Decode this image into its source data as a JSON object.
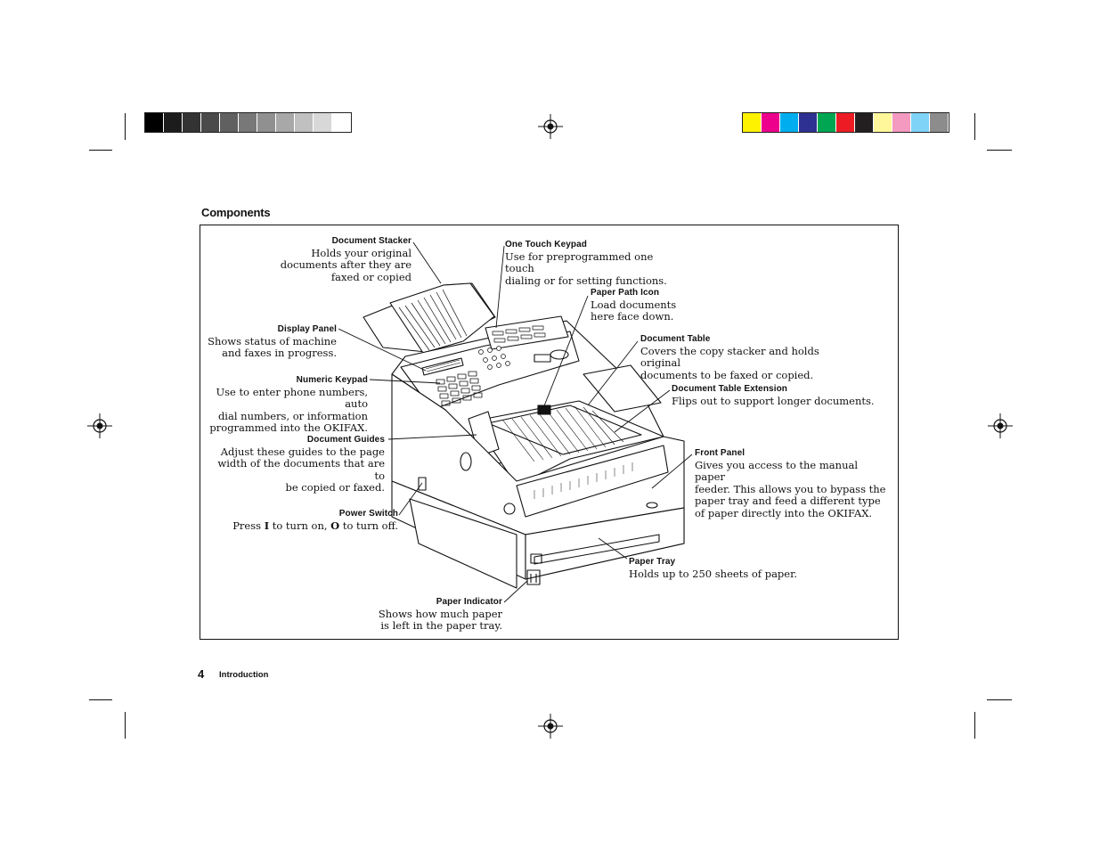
{
  "page": {
    "section_title": "Components",
    "footer_page_number": "4",
    "footer_section": "Introduction"
  },
  "print_marks": {
    "gray_swatches": [
      "#000000",
      "#1c1c1c",
      "#333333",
      "#4a4a4a",
      "#606060",
      "#787878",
      "#909090",
      "#a8a8a8",
      "#c0c0c0",
      "#d8d8d8",
      "#ffffff"
    ],
    "color_swatches": [
      "#fff200",
      "#ec008c",
      "#00aeef",
      "#2e3192",
      "#00a651",
      "#ed1c24",
      "#231f20",
      "#fff799",
      "#f49ac1",
      "#7fd3f7",
      "#8c8c8c"
    ]
  },
  "callouts": {
    "document_stacker": {
      "title": "Document  Stacker",
      "desc": "Holds your original\ndocuments after they are\nfaxed or copied"
    },
    "one_touch_keypad": {
      "title": "One Touch Keypad",
      "desc": "Use for preprogrammed one touch\ndialing or for setting functions."
    },
    "paper_path_icon": {
      "title": "Paper Path Icon",
      "desc": "Load documents\nhere face down."
    },
    "display_panel": {
      "title": "Display Panel",
      "desc": "Shows status of machine\nand faxes in progress."
    },
    "document_table": {
      "title": "Document Table",
      "desc": "Covers the copy stacker and holds original\ndocuments to be faxed or copied."
    },
    "numeric_keypad": {
      "title": "Numeric  Keypad",
      "desc": "Use to enter phone numbers, auto\ndial numbers, or information\nprogrammed into the OKIFAX."
    },
    "document_table_extension": {
      "title": "Document Table Extension",
      "desc": "Flips out to support longer documents."
    },
    "document_guides": {
      "title": "Document  Guides",
      "desc": "Adjust these guides to the page\nwidth of the documents that are to\nbe copied or faxed."
    },
    "front_panel": {
      "title": "Front Panel",
      "desc": "Gives you access to the manual paper\nfeeder. This allows you to bypass the\npaper tray and feed a different type\nof paper directly into the OKIFAX."
    },
    "power_switch": {
      "title": "Power Switch",
      "desc_pre": "Press ",
      "on_key": "I",
      "desc_mid": " to turn on, ",
      "off_key": "O",
      "desc_post": " to turn off."
    },
    "paper_tray": {
      "title": "Paper Tray",
      "desc": "Holds up to 250 sheets of paper."
    },
    "paper_indicator": {
      "title": "Paper  Indicator",
      "desc": "Shows how much paper\nis left in the paper tray."
    }
  }
}
